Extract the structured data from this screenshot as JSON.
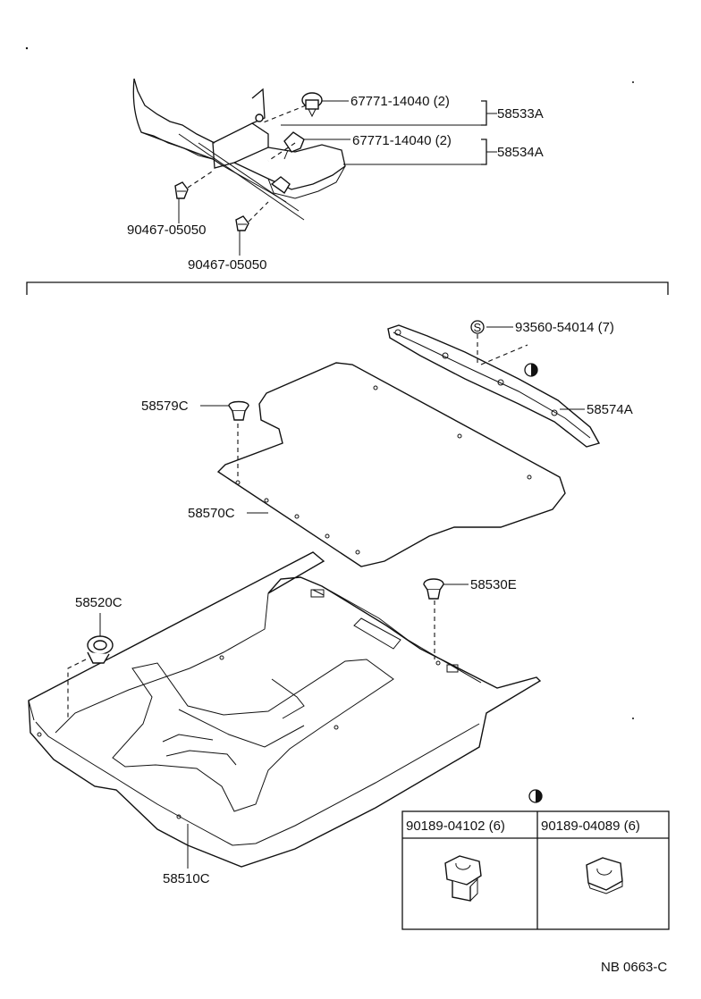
{
  "callouts": {
    "clip_upper_a": "67771-14040 (2)",
    "clip_upper_b": "67771-14040 (2)",
    "group_a": "58533A",
    "group_b": "58534A",
    "grommet_a": "90467-05050",
    "grommet_b": "90467-05050",
    "screw": "93560-54014 (7)",
    "screw_symbol": "S",
    "rear_panel": "58574A",
    "retainer": "58579C",
    "floor_mat": "58570C",
    "fastener_right": "58530E",
    "fastener_left": "58520C",
    "carpet": "58510C"
  },
  "legend": {
    "cell_left_label": "90189-04102 (6)",
    "cell_right_label": "90189-04089 (6)"
  },
  "footer": {
    "ref_code": "NB  0663-C"
  }
}
